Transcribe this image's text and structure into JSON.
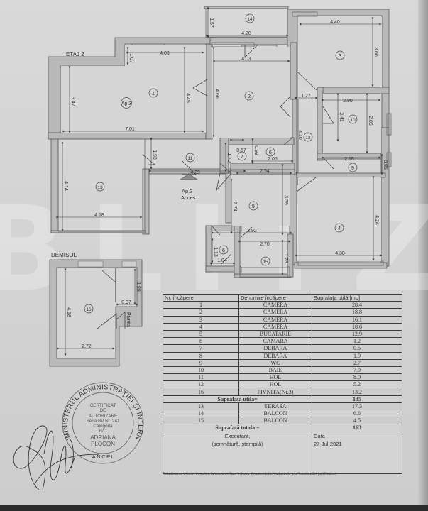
{
  "document": {
    "type": "Releveu apartament (floor plan)",
    "watermark": "BLITZ"
  },
  "plan": {
    "floor_label": "ETAJ 2",
    "basement_label": "DEMISOL",
    "apartment_tag": "Ap.3",
    "access_label_1": "Ap.3",
    "access_label_2": "Acces",
    "pivnita_label": "Pivnita",
    "rooms": [
      {
        "id": "1",
        "label": "1"
      },
      {
        "id": "2",
        "label": "2"
      },
      {
        "id": "3",
        "label": "3"
      },
      {
        "id": "4",
        "label": "4"
      },
      {
        "id": "5",
        "label": "5"
      },
      {
        "id": "6a",
        "label": "6"
      },
      {
        "id": "6b",
        "label": "6"
      },
      {
        "id": "7",
        "label": "7"
      },
      {
        "id": "9",
        "label": "9"
      },
      {
        "id": "10",
        "label": "10"
      },
      {
        "id": "11",
        "label": "11"
      },
      {
        "id": "12",
        "label": "12"
      },
      {
        "id": "13",
        "label": "13"
      },
      {
        "id": "14",
        "label": "14"
      },
      {
        "id": "15",
        "label": "15"
      },
      {
        "id": "16",
        "label": "16"
      }
    ],
    "dimensions": {
      "d_403_top": "4.03",
      "d_107": "1.07",
      "d_347": "3.47",
      "d_445": "4.45",
      "d_701": "7.01",
      "d_157": "1.57",
      "d_420": "4.20",
      "d_403_r2": "4.03",
      "d_466": "4.66",
      "d_440": "4.40",
      "d_366": "3.66",
      "d_127": "1.27",
      "d_290": "2.90",
      "d_241": "2.41",
      "d_285": "2.85",
      "d_410": "4.10",
      "d_295": "2.95",
      "d_085": "0.85",
      "d_057": "0.57",
      "d_093": "0.93",
      "d_205": "2.05",
      "d_170": "1.70",
      "d_193": "1.93",
      "d_429": "4.29",
      "d_254": "2.54",
      "d_359": "3.59",
      "d_274": "2.74",
      "d_392": "3.92",
      "d_270": "2.70",
      "d_173": "1.73",
      "d_113": "1.13",
      "d_104": "1.04",
      "d_424": "4.24",
      "d_438": "4.38",
      "d_414": "4.14",
      "d_418_13": "4.18",
      "d_418_16": "4.18",
      "d_188": "1.88",
      "d_097": "0.97",
      "d_272": "2.72"
    }
  },
  "table": {
    "headers": [
      "Nr. încăpere",
      "Denumire încăpere",
      "Suprafaţa utilă [mp]"
    ],
    "rooms": [
      {
        "nr": "1",
        "name": "CAMERA",
        "area": "28.4"
      },
      {
        "nr": "2",
        "name": "CAMERA",
        "area": "18.8"
      },
      {
        "nr": "3",
        "name": "CAMERA",
        "area": "16.1"
      },
      {
        "nr": "4",
        "name": "CAMERA",
        "area": "18.6"
      },
      {
        "nr": "5",
        "name": "BUCATARIE",
        "area": "12.9"
      },
      {
        "nr": "6",
        "name": "CAMARA",
        "area": "1.2"
      },
      {
        "nr": "7",
        "name": "DEBARA",
        "area": "0.5"
      },
      {
        "nr": "8",
        "name": "DEBARA",
        "area": "1.9"
      },
      {
        "nr": "9",
        "name": "WC",
        "area": "2.7"
      },
      {
        "nr": "10",
        "name": "BAIE",
        "area": "7.9"
      },
      {
        "nr": "11",
        "name": "HOL",
        "area": "8.0"
      },
      {
        "nr": "12",
        "name": "HOL",
        "area": "5.2"
      },
      {
        "nr": "16",
        "name": "PIVNITA(Nr.3)",
        "area": "13.2"
      }
    ],
    "usable_label": "Suprafaţă utila=",
    "usable_total": "135",
    "extra_rooms": [
      {
        "nr": "13",
        "name": "TERASA",
        "area": "17.3"
      },
      {
        "nr": "14",
        "name": "BALCON",
        "area": "6.6"
      },
      {
        "nr": "15",
        "name": "BALCON",
        "area": "4.5"
      }
    ],
    "total_label": "Suprafaţă totala  =",
    "total_value": "163",
    "executant_line1": "Executant,",
    "executant_line2": "(semnătură, ştampilă)",
    "date_label": "Data",
    "date_value": "27-Jul-2021"
  },
  "footnote": "Actualizarea datelor în cartea funciara se face în baza documentatiei cadastrale şi a înscrisurilor justificative.",
  "stamp": {
    "ring_text": "MINISTERUL ADMINISTRAŢIEI ŞI INTERNELOR",
    "line1": "CERTIFICAT",
    "line2": "DE",
    "line3": "AUTORIZARE",
    "line4": "Seria BV Nr. 241",
    "line5": "Categoria",
    "line6": "B/C",
    "name1": "ADRIANA",
    "name2": "PLOCON",
    "bottom": "ANCPI"
  }
}
